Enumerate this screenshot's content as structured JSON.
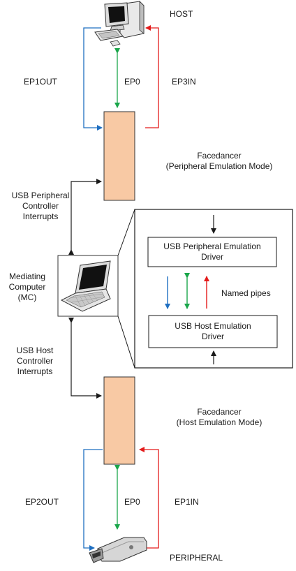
{
  "host": {
    "label": "HOST"
  },
  "peripheral": {
    "label": "PERIPHERAL"
  },
  "endpoints": {
    "top_out": "EP1OUT",
    "top_ctrl": "EP0",
    "top_in": "EP3IN",
    "bottom_out": "EP2OUT",
    "bottom_ctrl": "EP0",
    "bottom_in": "EP1IN"
  },
  "facedancer_top": {
    "line1": "Facedancer",
    "line2": "(Peripheral Emulation Mode)"
  },
  "facedancer_bottom": {
    "line1": "Facedancer",
    "line2": "(Host Emulation Mode)"
  },
  "interrupts_top": {
    "line1": "USB Peripheral",
    "line2": "Controller",
    "line3": "Interrupts"
  },
  "interrupts_bottom": {
    "line1": "USB Host",
    "line2": "Controller",
    "line3": "Interrupts"
  },
  "mc": {
    "line1": "Mediating",
    "line2": "Computer",
    "line3": "(MC)"
  },
  "detail": {
    "peripheral_driver": {
      "line1": "USB Peripheral Emulation",
      "line2": "Driver"
    },
    "host_driver": {
      "line1": "USB Host Emulation",
      "line2": "Driver"
    },
    "pipes_label": "Named pipes"
  },
  "colors": {
    "facedancer_fill": "#f8c9a4",
    "out_line": "#1f6fc1",
    "ctrl_line": "#1aa64a",
    "in_line": "#e31b1b",
    "black": "#1a1a1a"
  },
  "icons": [
    "desktop-computer-icon",
    "laptop-icon",
    "usb-drive-icon"
  ]
}
